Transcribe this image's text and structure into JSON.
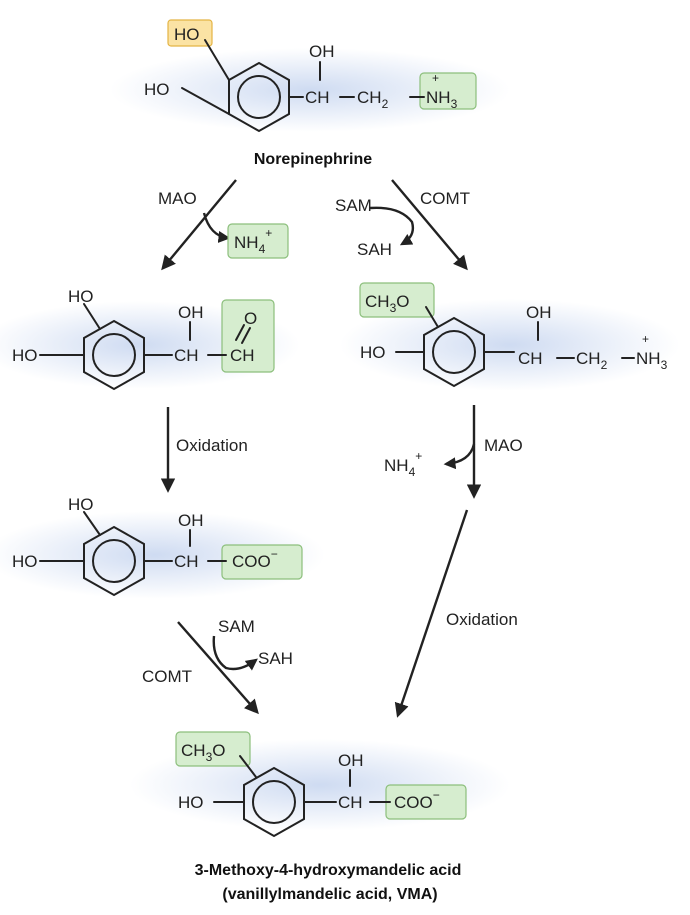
{
  "compounds": {
    "norepinephrine": {
      "name": "Norepinephrine",
      "ho_top": "HO",
      "ho_left": "HO",
      "oh": "OH",
      "chain_ch": "CH",
      "chain_ch2": "CH",
      "chain_ch2_sub": "2",
      "amine_n": "N",
      "amine_h": "H",
      "amine_sub": "3",
      "amine_charge": "+"
    },
    "aldehyde": {
      "ho_top": "HO",
      "ho_left": "HO",
      "oh": "OH",
      "chain_ch": "CH",
      "o": "O",
      "ch": "CH"
    },
    "acid": {
      "ho_top": "HO",
      "ho_left": "HO",
      "oh": "OH",
      "chain_ch": "CH",
      "coo": "COO",
      "coo_charge": "−"
    },
    "methoxy_amine": {
      "methoxy_ch": "CH",
      "methoxy_sub": "3",
      "methoxy_o": "O",
      "ho_left": "HO",
      "oh": "OH",
      "chain_ch": "CH",
      "chain_ch2": "CH",
      "chain_ch2_sub": "2",
      "amine_n": "N",
      "amine_h": "H",
      "amine_sub": "3",
      "amine_charge": "+"
    },
    "vma": {
      "methoxy_ch": "CH",
      "methoxy_sub": "3",
      "methoxy_o": "O",
      "ho_left": "HO",
      "oh": "OH",
      "chain_ch": "CH",
      "coo": "COO",
      "coo_charge": "−",
      "name_line1": "3-Methoxy-4-hydroxymandelic acid",
      "name_line2": "(vanillylmandelic acid, VMA)"
    }
  },
  "reactions": {
    "mao_left": {
      "enzyme": "MAO",
      "product_base": "NH",
      "product_sub": "4",
      "product_charge": "+"
    },
    "comt_right": {
      "cosubstrate": "SAM",
      "enzyme": "COMT",
      "coproduct": "SAH"
    },
    "oxidation_left": {
      "label": "Oxidation"
    },
    "mao_right": {
      "enzyme": "MAO",
      "product_base": "NH",
      "product_sub": "4",
      "product_charge": "+"
    },
    "comt_left": {
      "cosubstrate": "SAM",
      "coproduct": "SAH",
      "enzyme": "COMT"
    },
    "oxidation_right": {
      "label": "Oxidation"
    }
  },
  "colors": {
    "highlight_green": "#d6edcf",
    "highlight_orange": "#fbe3a4",
    "glow_blue": "#c9d7f0"
  }
}
